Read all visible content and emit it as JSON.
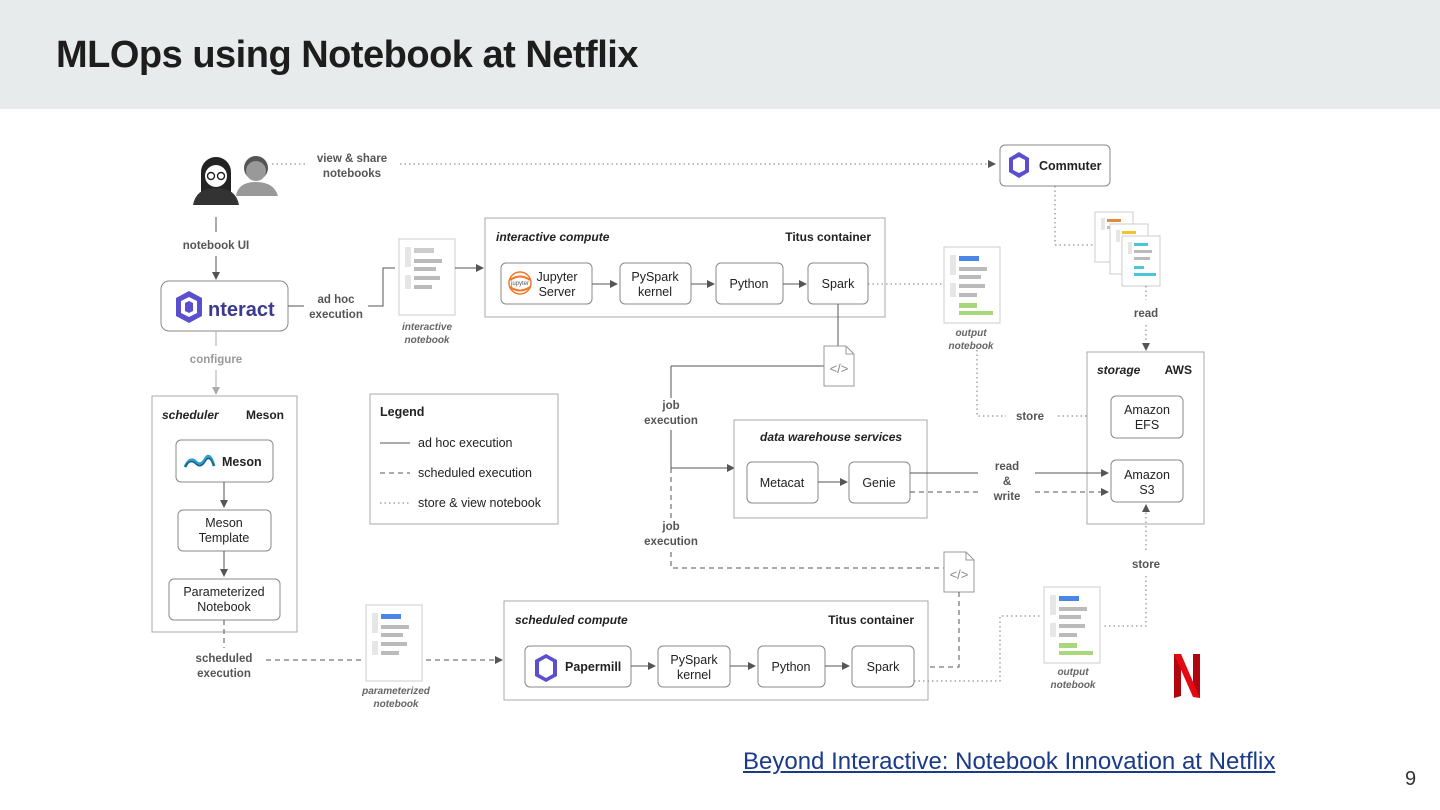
{
  "header": {
    "title": "MLOps using Notebook at Netflix"
  },
  "footer": {
    "link_text": "Beyond Interactive: Notebook Innovation at Netflix",
    "page_number": "9"
  },
  "diagram": {
    "users_label_1": "view & share",
    "users_label_2": "notebooks",
    "commuter": "Commuter",
    "notebook_ui": "notebook UI",
    "nteract": "nteract",
    "adhoc_1": "ad hoc",
    "adhoc_2": "execution",
    "configure": "configure",
    "interactive_notebook_1": "interactive",
    "interactive_notebook_2": "notebook",
    "interactive_compute": {
      "title": "interactive compute",
      "tag": "Titus container",
      "jupyter_1": "Jupyter",
      "jupyter_2": "Server",
      "jupyter_logo": "jupyter",
      "pyspark_1": "PySpark",
      "pyspark_2": "kernel",
      "python": "Python",
      "spark": "Spark"
    },
    "output_notebook_top_1": "output",
    "output_notebook_top_2": "notebook",
    "read_top": "read",
    "storage": {
      "title": "storage",
      "tag": "AWS",
      "efs_1": "Amazon",
      "efs_2": "EFS",
      "s3_1": "Amazon",
      "s3_2": "S3"
    },
    "store_mid": "store",
    "scheduler": {
      "title": "scheduler",
      "tag": "Meson",
      "meson": "Meson",
      "template_1": "Meson",
      "template_2": "Template",
      "param_1": "Parameterized",
      "param_2": "Notebook"
    },
    "legend": {
      "title": "Legend",
      "adhoc": "ad hoc execution",
      "scheduled": "scheduled execution",
      "store_view": "store & view notebook"
    },
    "job_exec_top_1": "job",
    "job_exec_top_2": "execution",
    "dws": {
      "title": "data warehouse services",
      "metacat": "Metacat",
      "genie": "Genie"
    },
    "rw_1": "read",
    "rw_2": "&",
    "rw_3": "write",
    "job_exec_bot_1": "job",
    "job_exec_bot_2": "execution",
    "store_bottom": "store",
    "sched_exec_1": "scheduled",
    "sched_exec_2": "execution",
    "param_notebook_1": "parameterized",
    "param_notebook_2": "notebook",
    "scheduled_compute": {
      "title": "scheduled compute",
      "tag": "Titus container",
      "papermill": "Papermill",
      "pyspark_1": "PySpark",
      "pyspark_2": "kernel",
      "python": "Python",
      "spark": "Spark"
    },
    "output_notebook_bot_1": "output",
    "output_notebook_bot_2": "notebook",
    "code_symbol": "</>",
    "netflix_logo": "N"
  },
  "colors": {
    "accent_link": "#1a3a8a",
    "netflix_red": "#e50914",
    "header_bg": "#e8ebeb"
  }
}
